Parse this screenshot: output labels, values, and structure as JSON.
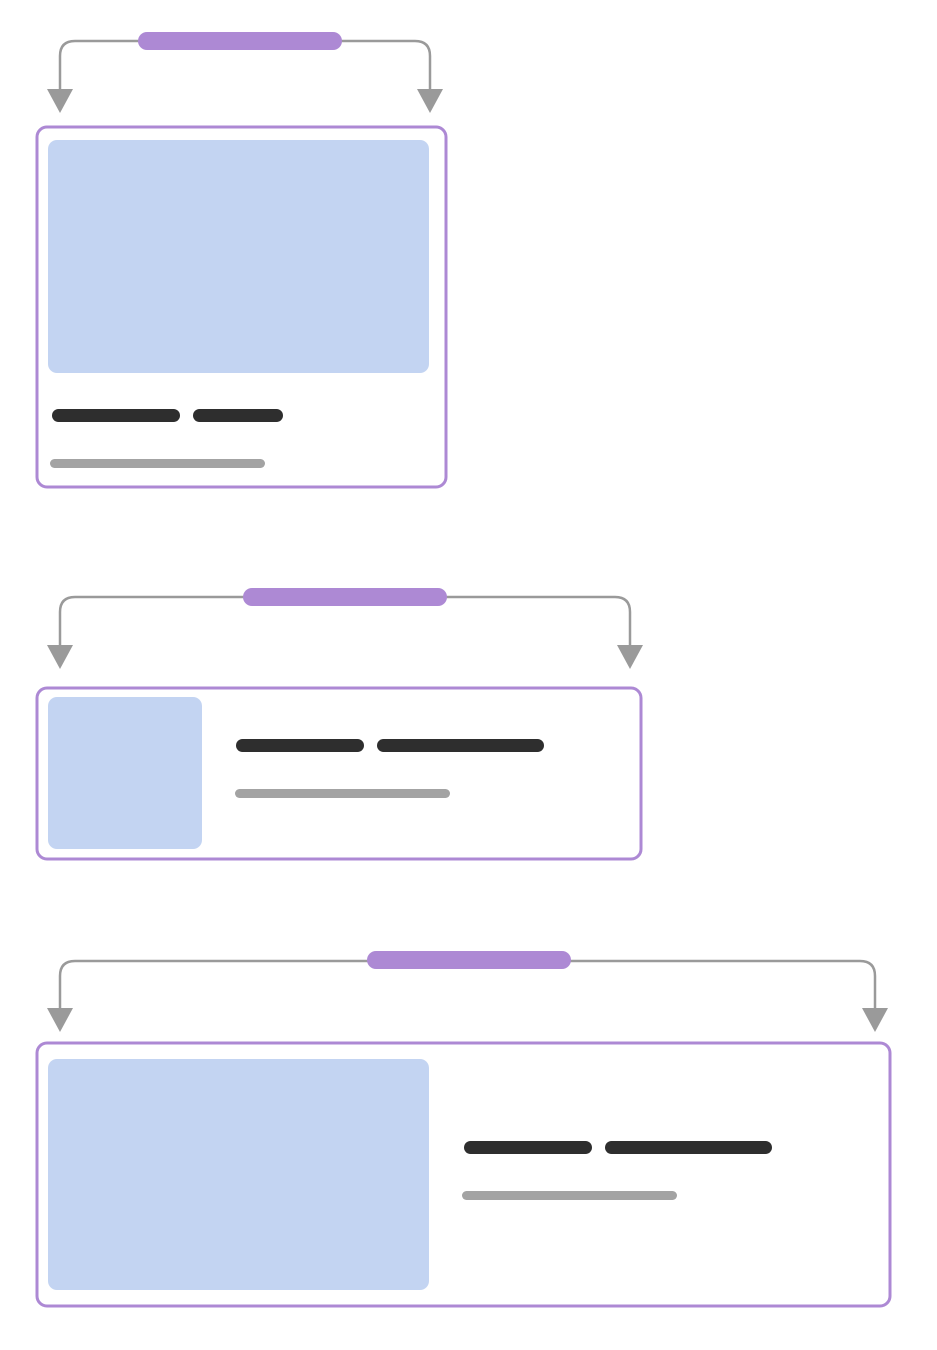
{
  "colors": {
    "accent": "#ad89d4",
    "connector": "#9a9a9a",
    "image_fill": "#c3d4f2",
    "title_line": "#2e2e2e",
    "subtitle_line": "#a3a3a3",
    "card_background": "#ffffff"
  },
  "layouts": [
    {
      "name": "narrow-vertical-card",
      "orientation": "vertical",
      "icon": "down-arrow-icon",
      "image_placeholder": true,
      "title_placeholder_segments": 2,
      "subtitle_placeholder_segments": 1
    },
    {
      "name": "medium-horizontal-card",
      "orientation": "horizontal",
      "icon": "down-arrow-icon",
      "image_placeholder": true,
      "title_placeholder_segments": 2,
      "subtitle_placeholder_segments": 1
    },
    {
      "name": "wide-horizontal-card",
      "orientation": "horizontal",
      "icon": "down-arrow-icon",
      "image_placeholder": true,
      "title_placeholder_segments": 2,
      "subtitle_placeholder_segments": 1
    }
  ]
}
